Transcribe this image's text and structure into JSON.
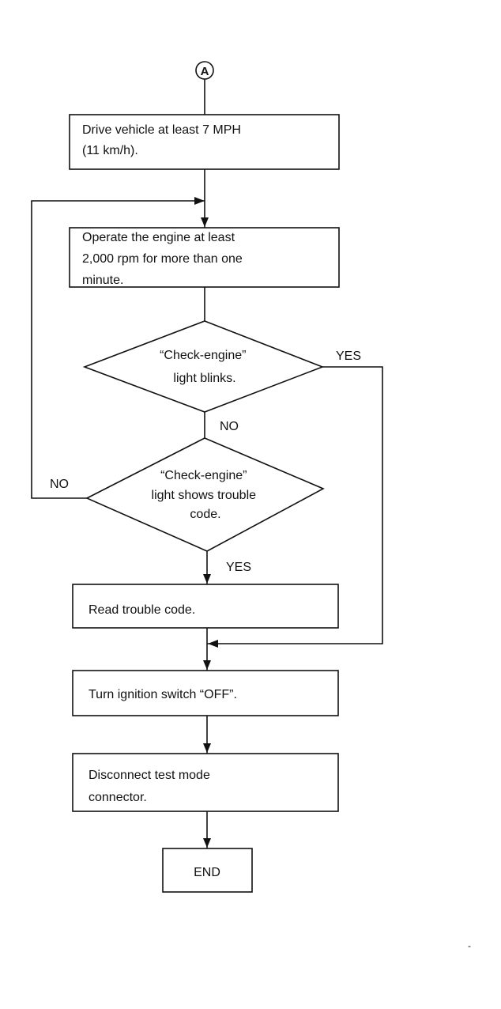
{
  "connector": {
    "label": "A"
  },
  "steps": {
    "drive": [
      "Drive vehicle at least 7 MPH",
      "(11 km/h)."
    ],
    "operate": [
      "Operate the engine at least",
      "2,000 rpm for more than one",
      "minute."
    ],
    "read": [
      "Read trouble code."
    ],
    "turn_off": [
      "Turn ignition switch “OFF”."
    ],
    "disconnect": [
      "Disconnect test mode",
      "connector."
    ],
    "end": [
      "END"
    ]
  },
  "decisions": {
    "blinks": [
      "“Check-engine”",
      "light blinks."
    ],
    "trouble_code": [
      "“Check-engine”",
      "light shows  trouble",
      "code."
    ]
  },
  "labels": {
    "blinks_yes": "YES",
    "blinks_no": "NO",
    "code_no": "NO",
    "code_yes": "YES"
  },
  "footer_mark": "-"
}
